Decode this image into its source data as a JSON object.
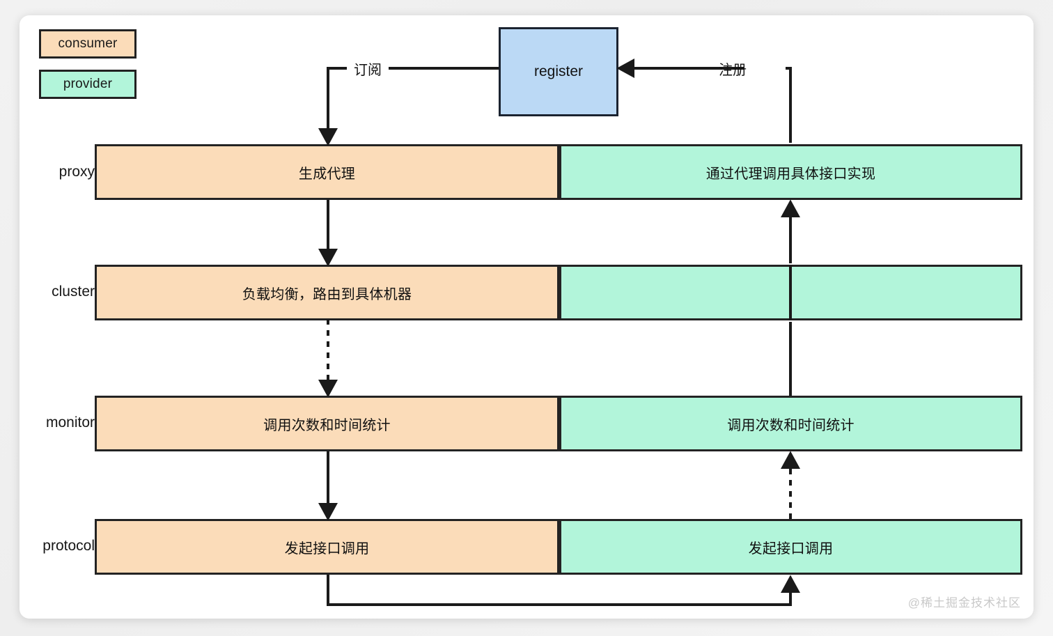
{
  "diagram": {
    "type": "architecture-layer-diagram",
    "legend": [
      {
        "id": "consumer",
        "label": "consumer",
        "color": "#FBDCB9"
      },
      {
        "id": "provider",
        "label": "provider",
        "color": "#B2F5DA"
      }
    ],
    "register_node": {
      "label": "register",
      "color": "#BBD9F5"
    },
    "edge_labels": {
      "subscribe": "订阅",
      "register": "注册"
    },
    "rows": [
      {
        "id": "proxy",
        "label": "proxy",
        "consumer_text": "生成代理",
        "provider_text": "通过代理调用具体接口实现"
      },
      {
        "id": "cluster",
        "label": "cluster",
        "consumer_text": "负载均衡，路由到具体机器",
        "provider_text": ""
      },
      {
        "id": "monitor",
        "label": "monitor",
        "consumer_text": "调用次数和时间统计",
        "provider_text": "调用次数和时间统计"
      },
      {
        "id": "protocol",
        "label": "protocol",
        "consumer_text": "发起接口调用",
        "provider_text": "发起接口调用"
      }
    ],
    "watermark": "@稀土掘金技术社区"
  }
}
